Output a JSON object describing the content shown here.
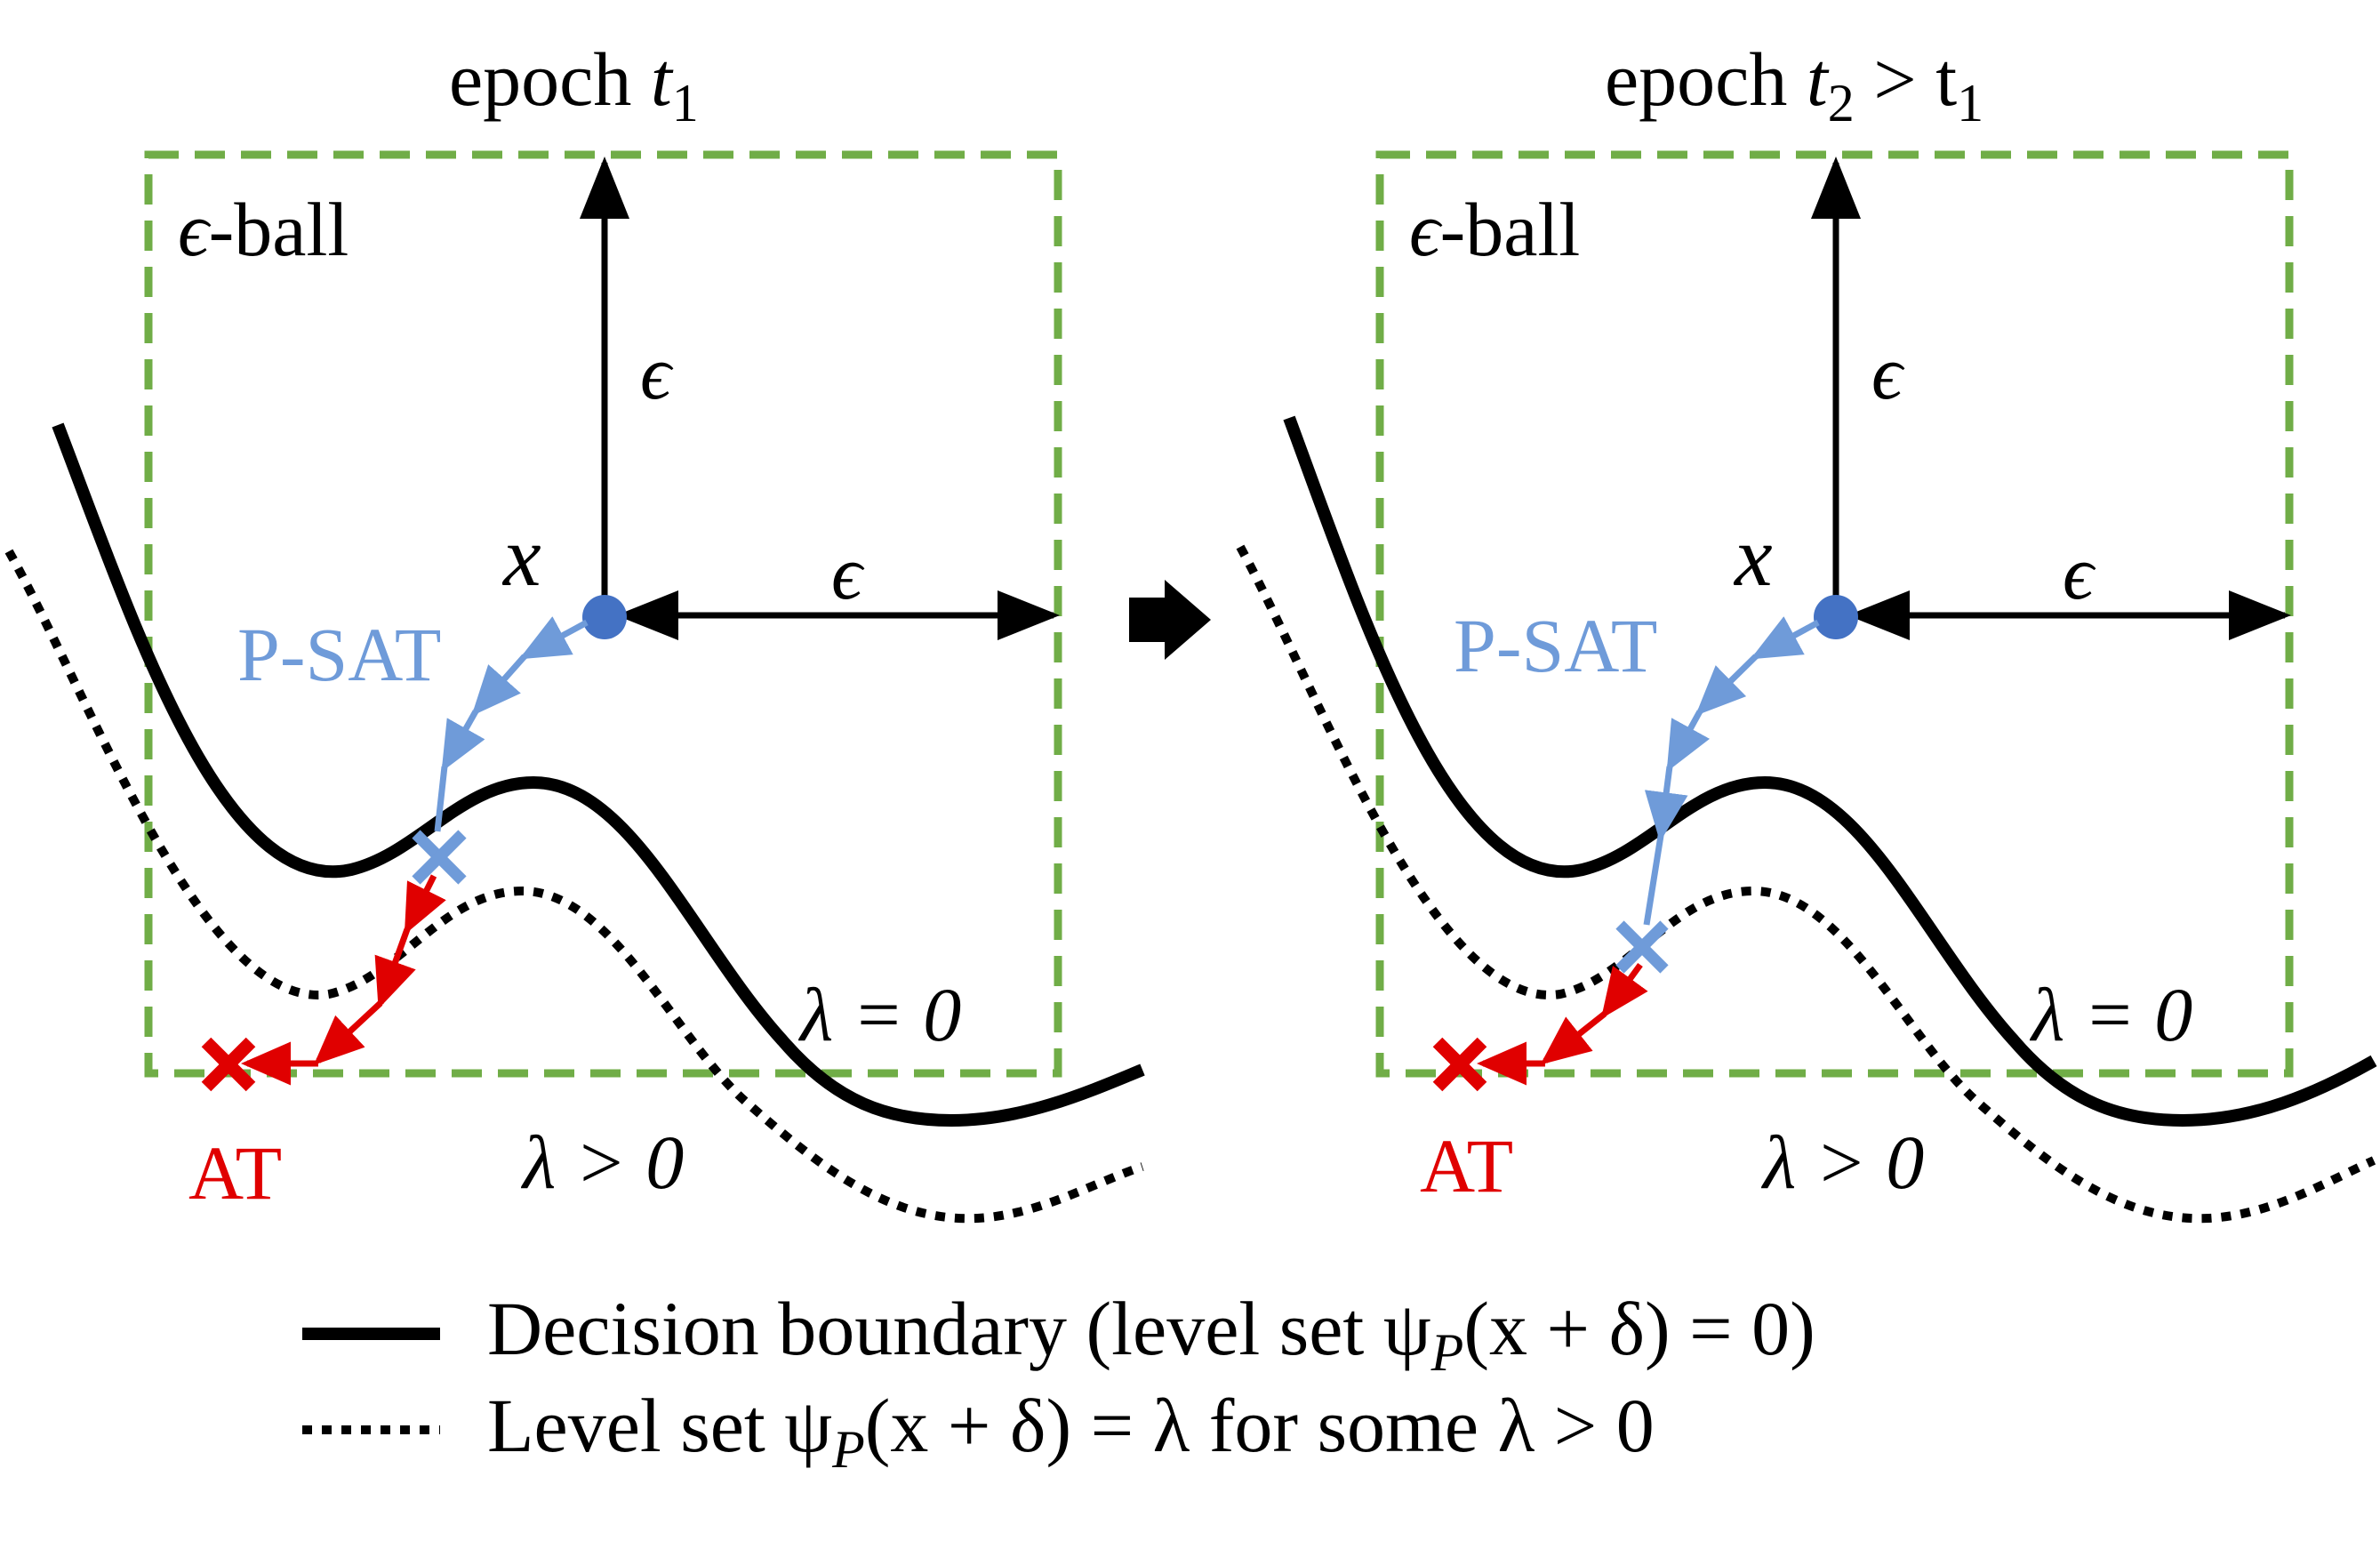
{
  "panels": [
    {
      "title_prefix": "epoch ",
      "title_t": "t",
      "title_sub": "1",
      "title_suffix": "",
      "ball_eps": "ϵ",
      "ball_text": "-ball",
      "eps_vertical": "ϵ",
      "eps_horizontal": "ϵ",
      "x_label": "x",
      "psat_label": "P-SAT",
      "at_label": "AT",
      "lambda_zero": "λ = 0",
      "lambda_pos": "λ > 0"
    },
    {
      "title_prefix": "epoch ",
      "title_t": "t",
      "title_sub": "2",
      "title_suffix": " > t",
      "title_suffix_sub": "1",
      "ball_eps": "ϵ",
      "ball_text": "-ball",
      "eps_vertical": "ϵ",
      "eps_horizontal": "ϵ",
      "x_label": "x",
      "psat_label": "P-SAT",
      "at_label": "AT",
      "lambda_zero": "λ = 0",
      "lambda_pos": "λ > 0"
    }
  ],
  "legend": {
    "solid_text": "Decision boundary (level set ψ",
    "solid_sub": "P",
    "solid_tail": "(x + δ) = 0)",
    "dotted_text": "Level set ψ",
    "dotted_sub": "P",
    "dotted_tail": "(x + δ) = λ for some λ > 0"
  },
  "colors": {
    "ball": "#70ad47",
    "psat": "#6f9bd9",
    "point": "#4472c4",
    "at": "#e00000",
    "boundary": "#000000"
  }
}
